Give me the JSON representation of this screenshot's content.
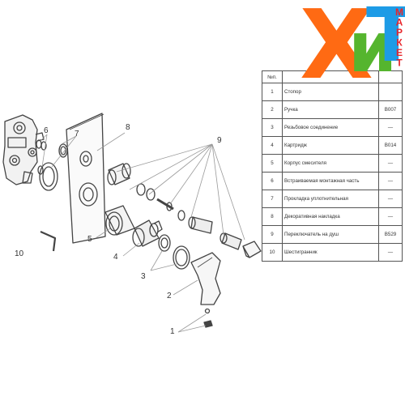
{
  "logo": {
    "letter1": "Х",
    "letter2": "и",
    "letter3": "Т",
    "market": "МАРКЕТ"
  },
  "callouts": [
    "1",
    "2",
    "3",
    "4",
    "5",
    "6",
    "7",
    "8",
    "9",
    "10"
  ],
  "table": {
    "headers": [
      "№п.",
      "",
      ""
    ],
    "rows": [
      {
        "num": "1",
        "name": "Стопор",
        "code": ""
      },
      {
        "num": "2",
        "name": "Ручка",
        "code": "B007"
      },
      {
        "num": "3",
        "name": "Резьбовое соединение",
        "code": "—"
      },
      {
        "num": "4",
        "name": "Картридж",
        "code": "B014"
      },
      {
        "num": "5",
        "name": "Корпус смесителя",
        "code": "—"
      },
      {
        "num": "6",
        "name": "Встраиваемая монтажная часть",
        "code": "—"
      },
      {
        "num": "7",
        "name": "Прокладка уплотнительная",
        "code": "—"
      },
      {
        "num": "8",
        "name": "Декоративная накладка",
        "code": "—"
      },
      {
        "num": "9",
        "name": "Переключатель на душ",
        "code": "B529"
      },
      {
        "num": "10",
        "name": "Шестигранник",
        "code": "—"
      }
    ]
  },
  "colors": {
    "line": "#444444",
    "thin": "#999999",
    "logo_x": "#ff6a13",
    "logo_i": "#55b52e",
    "logo_t": "#1d9be6",
    "logo_market": "#e8252b"
  }
}
